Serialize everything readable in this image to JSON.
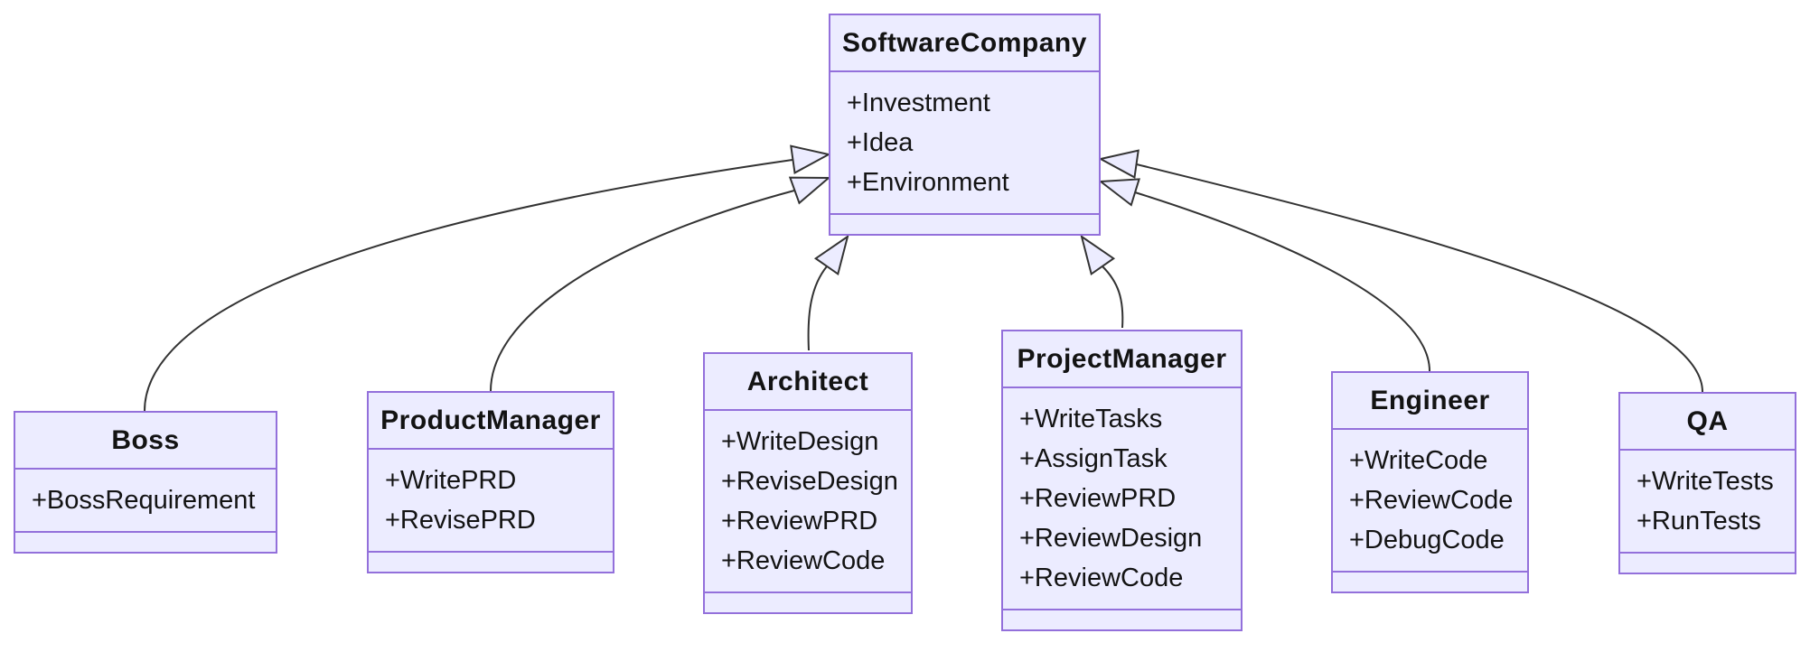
{
  "diagram": {
    "kind": "uml-class-diagram",
    "classes": [
      {
        "name": "SoftwareCompany",
        "attributes": [
          "+Investment",
          "+Idea",
          "+Environment"
        ]
      },
      {
        "name": "Boss",
        "attributes": [
          "+BossRequirement"
        ]
      },
      {
        "name": "ProductManager",
        "attributes": [
          "+WritePRD",
          "+RevisePRD"
        ]
      },
      {
        "name": "Architect",
        "attributes": [
          "+WriteDesign",
          "+ReviseDesign",
          "+ReviewPRD",
          "+ReviewCode"
        ]
      },
      {
        "name": "ProjectManager",
        "attributes": [
          "+WriteTasks",
          "+AssignTask",
          "+ReviewPRD",
          "+ReviewDesign",
          "+ReviewCode"
        ]
      },
      {
        "name": "Engineer",
        "attributes": [
          "+WriteCode",
          "+ReviewCode",
          "+DebugCode"
        ]
      },
      {
        "name": "QA",
        "attributes": [
          "+WriteTests",
          "+RunTests"
        ]
      }
    ],
    "relationships": [
      {
        "from": "Boss",
        "to": "SoftwareCompany",
        "type": "inheritance"
      },
      {
        "from": "ProductManager",
        "to": "SoftwareCompany",
        "type": "inheritance"
      },
      {
        "from": "Architect",
        "to": "SoftwareCompany",
        "type": "inheritance"
      },
      {
        "from": "ProjectManager",
        "to": "SoftwareCompany",
        "type": "inheritance"
      },
      {
        "from": "Engineer",
        "to": "SoftwareCompany",
        "type": "inheritance"
      },
      {
        "from": "QA",
        "to": "SoftwareCompany",
        "type": "inheritance"
      }
    ],
    "colors": {
      "node_fill": "#ECECFF",
      "node_border": "#9370DB",
      "edge_stroke": "#333333",
      "text": "#131313",
      "background": "#FFFFFF"
    }
  }
}
